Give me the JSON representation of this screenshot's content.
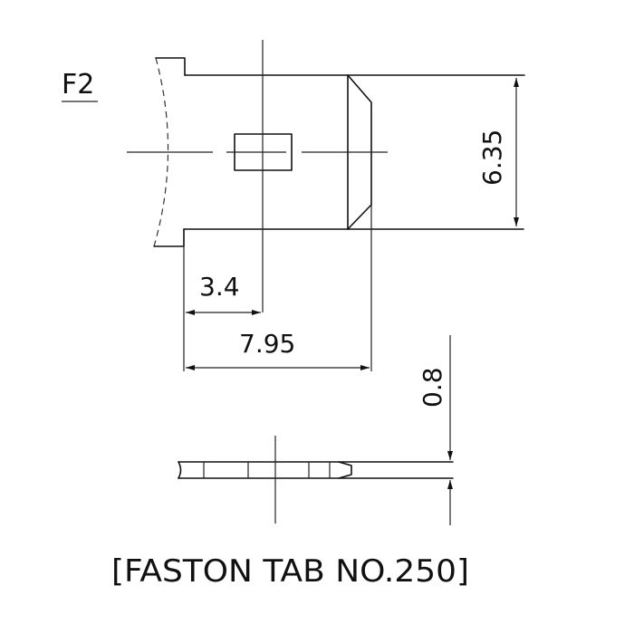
{
  "drawing": {
    "view_label": "F2",
    "dimensions": {
      "width": "6.35",
      "hole_offset": "3.4",
      "length": "7.95",
      "thickness": "0.8"
    },
    "caption": "[FASTON TAB NO.250]"
  }
}
